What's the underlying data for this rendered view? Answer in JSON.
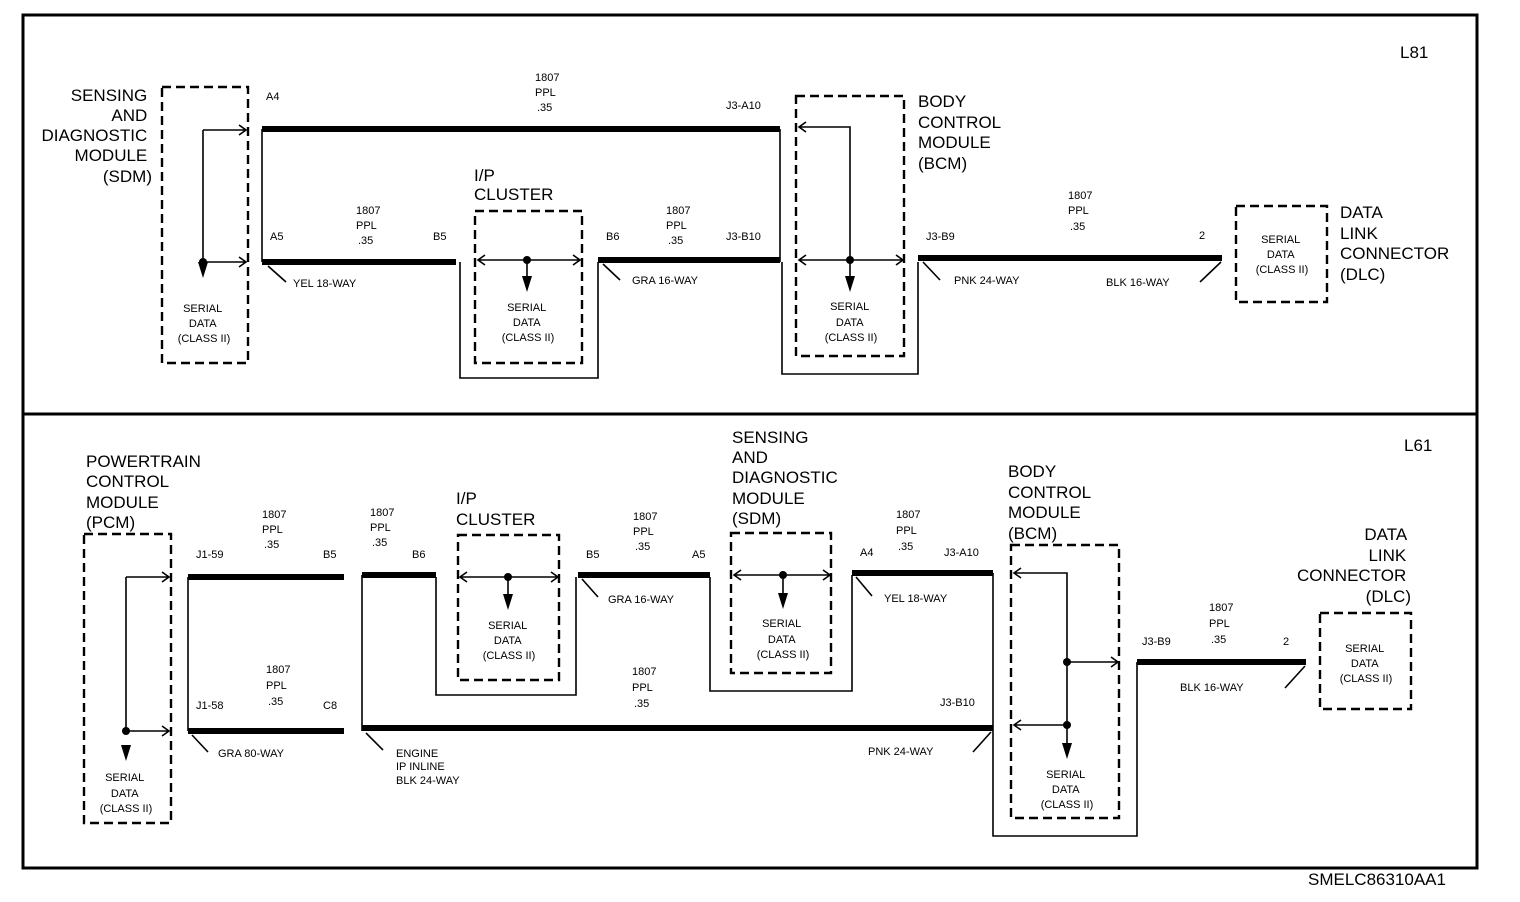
{
  "panel_top": {
    "option": "L81",
    "sdm": {
      "name": [
        "SENSING",
        "AND",
        "DIAGNOSTIC",
        "MODULE",
        "(SDM)"
      ],
      "serial": [
        "SERIAL",
        "DATA",
        "(CLASS II)"
      ]
    },
    "ip": {
      "name": [
        "I/P",
        "CLUSTER"
      ],
      "serial": [
        "SERIAL",
        "DATA",
        "(CLASS II)"
      ]
    },
    "bcm": {
      "name": [
        "BODY",
        "CONTROL",
        "MODULE",
        "(BCM)"
      ],
      "serial": [
        "SERIAL",
        "DATA",
        "(CLASS II)"
      ]
    },
    "dlc": {
      "name": [
        "DATA",
        "LINK",
        "CONNECTOR",
        "(DLC)"
      ],
      "serial": [
        "SERIAL",
        "DATA",
        "(CLASS II)"
      ]
    },
    "pins": {
      "a4": "A4",
      "a5": "A5",
      "b5": "B5",
      "b6": "B6",
      "j3a10": "J3-A10",
      "j3b10": "J3-B10",
      "j3b9": "J3-B9",
      "dlc2": "2"
    },
    "wires": {
      "top": [
        "1807",
        "PPL",
        ".35"
      ],
      "seg1": [
        "1807",
        "PPL",
        ".35"
      ],
      "seg2": [
        "1807",
        "PPL",
        ".35"
      ],
      "seg3": [
        "1807",
        "PPL",
        ".35"
      ]
    },
    "connectors": {
      "yel": "YEL 18-WAY",
      "gra": "GRA 16-WAY",
      "pnk": "PNK 24-WAY",
      "blk": "BLK 16-WAY"
    }
  },
  "panel_bottom": {
    "option": "L61",
    "pcm": {
      "name": [
        "POWERTRAIN",
        "CONTROL",
        "MODULE",
        "(PCM)"
      ],
      "serial": [
        "SERIAL",
        "DATA",
        "(CLASS II)"
      ]
    },
    "ip": {
      "name": [
        "I/P",
        "CLUSTER"
      ],
      "serial": [
        "SERIAL",
        "DATA",
        "(CLASS II)"
      ]
    },
    "sdm": {
      "name": [
        "SENSING",
        "AND",
        "DIAGNOSTIC",
        "MODULE",
        "(SDM)"
      ],
      "serial": [
        "SERIAL",
        "DATA",
        "(CLASS II)"
      ]
    },
    "bcm": {
      "name": [
        "BODY",
        "CONTROL",
        "MODULE",
        "(BCM)"
      ],
      "serial": [
        "SERIAL",
        "DATA",
        "(CLASS II)"
      ]
    },
    "dlc": {
      "name": [
        "DATA",
        "LINK",
        "CONNECTOR",
        "(DLC)"
      ],
      "serial": [
        "SERIAL",
        "DATA",
        "(CLASS II)"
      ]
    },
    "pins": {
      "j159": "J1-59",
      "j158": "J1-58",
      "b5a": "B5",
      "b6": "B6",
      "c8": "C8",
      "b5b": "B5",
      "a5": "A5",
      "a4": "A4",
      "j3a10": "J3-A10",
      "j3b10": "J3-B10",
      "j3b9": "J3-B9",
      "dlc2": "2"
    },
    "wires": {
      "w1": [
        "1807",
        "PPL",
        ".35"
      ],
      "w2": [
        "1807",
        "PPL",
        ".35"
      ],
      "w3": [
        "1807",
        "PPL",
        ".35"
      ],
      "w4": [
        "1807",
        "PPL",
        ".35"
      ],
      "w5": [
        "1807",
        "PPL",
        ".35"
      ],
      "w6": [
        "1807",
        "PPL",
        ".35"
      ],
      "w7": [
        "1807",
        "PPL",
        ".35"
      ]
    },
    "connectors": {
      "gra80": "GRA 80-WAY",
      "engine": [
        "ENGINE",
        "IP INLINE",
        "BLK 24-WAY"
      ],
      "gra16": "GRA 16-WAY",
      "yel": "YEL 18-WAY",
      "pnk": "PNK 24-WAY",
      "blk": "BLK 16-WAY"
    }
  },
  "figure_id": "SMELC86310AA1"
}
